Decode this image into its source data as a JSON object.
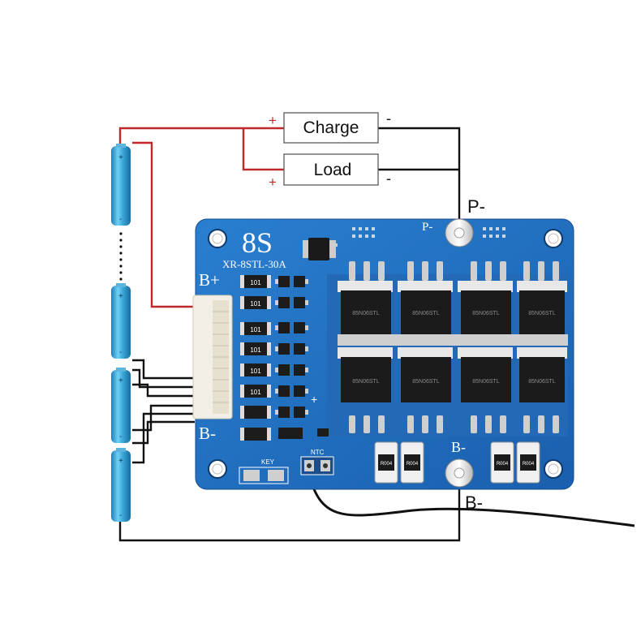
{
  "boxes": {
    "charge": "Charge",
    "load": "Load"
  },
  "polarity": {
    "plus": "+",
    "minus": "-"
  },
  "terminals": {
    "p_minus_outer": "P-",
    "b_minus_outer": "B-",
    "p_minus_board": "P-",
    "b_minus_board": "B-",
    "b_plus_board": "B+",
    "b_minus_left_board": "B-",
    "plus_small": "+"
  },
  "board": {
    "cells_label": "8S",
    "model": "XR-8STL-30A",
    "ntc_label": "NTC",
    "key_label": "KEY",
    "resistor_code": "101",
    "chip_codes": [
      "R004",
      "R004",
      "R004",
      "R004"
    ],
    "mosfet_marking": "85N06STL"
  },
  "colors": {
    "board_blue": "#1f6fc0",
    "wire_red": "#c0282d",
    "wire_black": "#111111",
    "battery_blue": "#3aa6d8"
  }
}
